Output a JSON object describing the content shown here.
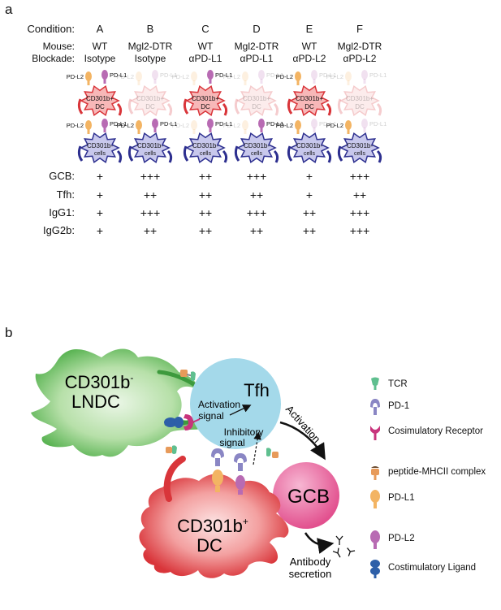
{
  "panel_a": {
    "letter": "a",
    "row_labels": {
      "condition": "Condition:",
      "mouse": "Mouse:",
      "blockade": "Blockade:"
    },
    "columns": [
      {
        "condition": "A",
        "mouse": "WT",
        "blockade": "Isotype"
      },
      {
        "condition": "B",
        "mouse": "Mgl2-DTR",
        "blockade": "Isotype"
      },
      {
        "condition": "C",
        "mouse": "WT",
        "blockade": "αPD-L1"
      },
      {
        "condition": "D",
        "mouse": "Mgl2-DTR",
        "blockade": "αPD-L1"
      },
      {
        "condition": "E",
        "mouse": "WT",
        "blockade": "αPD-L2"
      },
      {
        "condition": "F",
        "mouse": "Mgl2-DTR",
        "blockade": "αPD-L2"
      }
    ],
    "cell_labels": {
      "pdl2": "PD-L2",
      "pdl1": "PD-L1",
      "dc_line1": "CD301b",
      "dc_sup": "+",
      "dc_line2": "DC",
      "cells_line1": "CD301b",
      "cells_sup": "-",
      "cells_line2": "cells"
    },
    "score_rows": [
      {
        "label": "GCB:",
        "values": [
          "+",
          "+++",
          "++",
          "+++",
          "+",
          "+++"
        ]
      },
      {
        "label": "Tfh:",
        "values": [
          "+",
          "++",
          "++",
          "++",
          "+",
          "++"
        ]
      },
      {
        "label": "IgG1:",
        "values": [
          "+",
          "+++",
          "++",
          "+++",
          "++",
          "+++"
        ]
      },
      {
        "label": "IgG2b:",
        "values": [
          "+",
          "++",
          "++",
          "++",
          "++",
          "+++"
        ]
      }
    ]
  },
  "panel_b": {
    "letter": "b",
    "lndc_line1": "CD301b",
    "lndc_sup": "-",
    "lndc_line2": "LNDC",
    "tfh": "Tfh",
    "activation_signal_1": "Activation",
    "activation_signal_2": "signal",
    "inhibitory_signal_1": "Inhibitory",
    "inhibitory_signal_2": "signal",
    "activation": "Activation",
    "gcb": "GCB",
    "dc_line1": "CD301b",
    "dc_sup": "+",
    "dc_line2": "DC",
    "antibody_1": "Antibody",
    "antibody_2": "secretion",
    "legend": [
      {
        "label": "TCR",
        "color": "#5fbf8f"
      },
      {
        "label": "PD-1",
        "color": "#8a86c4"
      },
      {
        "label": "Cosimulatory Receptor",
        "color": "#c8347c"
      },
      {
        "label": "peptide-MHCII complex",
        "color": "#e79a5a"
      },
      {
        "label": "PD-L1",
        "color": "#f3b463"
      },
      {
        "label": "PD-L2",
        "color": "#b86bb3"
      },
      {
        "label": "Costimulatory Ligand",
        "color": "#2d5fa8"
      }
    ]
  }
}
